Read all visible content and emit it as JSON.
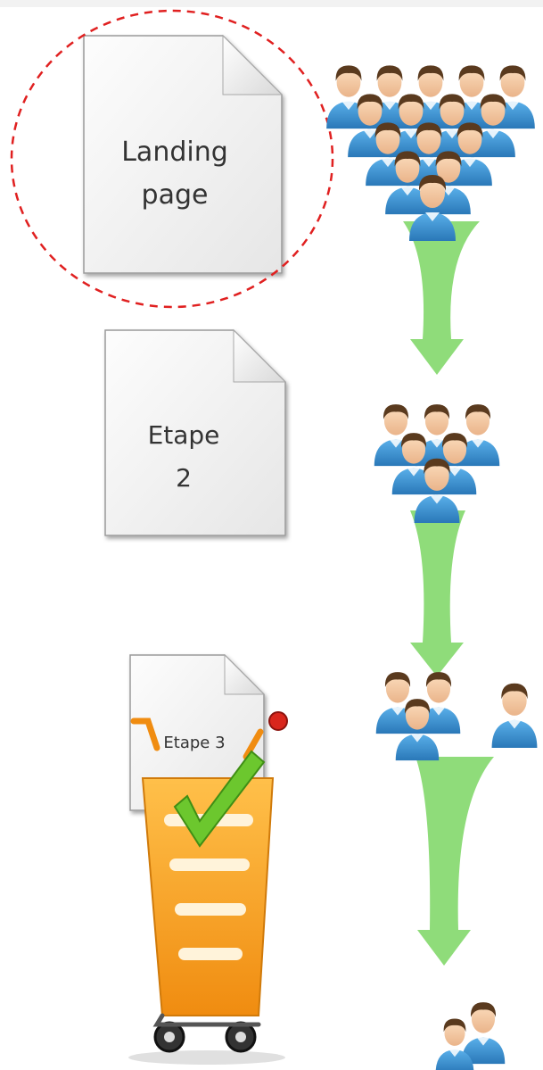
{
  "funnel": {
    "steps": [
      {
        "label_line1": "Landing",
        "label_line2": "page",
        "highlighted": true
      },
      {
        "label_line1": "Etape",
        "label_line2": "2",
        "highlighted": false
      },
      {
        "label_line1": "Etape 3",
        "label_line2": "",
        "highlighted": false
      }
    ],
    "final_icon": "shopping-cart-checkmark-icon",
    "people_icon": "person-icon",
    "arrow_icon": "funnel-arrow-icon"
  },
  "colors": {
    "highlight_circle": "#e02020",
    "arrow": "#8fdc7a",
    "person_shirt": "#3a8fd0",
    "person_face": "#f4c8a0",
    "person_hair": "#5a3a1e",
    "cart_body": "#f6a623",
    "cart_check": "#6cc72e",
    "cart_dot": "#d9261c",
    "top_band": "#f2f2f2"
  }
}
